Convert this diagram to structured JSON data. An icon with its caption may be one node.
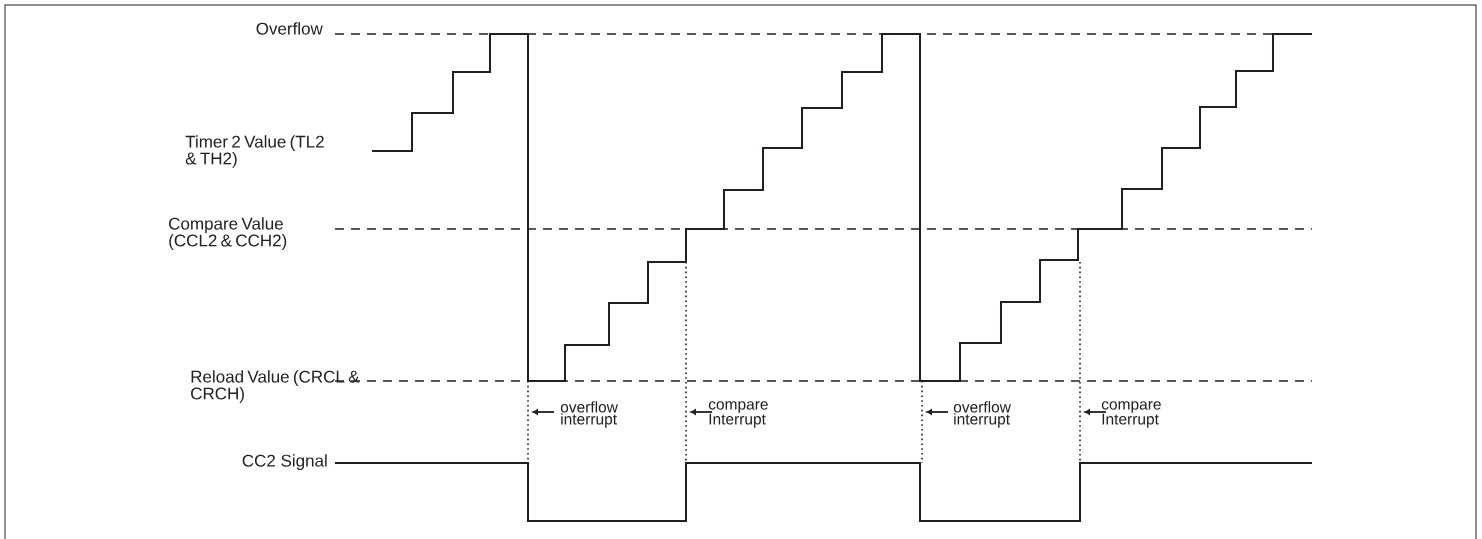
{
  "diagram": {
    "labels": [
      "Overflow",
      "Timer 2 Value (TL2 & TH2)",
      "Compare Value (CCL2 & CCH2)",
      "Reload Value (CRCL & CRCH)",
      "overflow interrupt",
      "compare Interrupt",
      "overflow interrupt",
      "compare Interrupt",
      "CC2 Signal"
    ]
  }
}
